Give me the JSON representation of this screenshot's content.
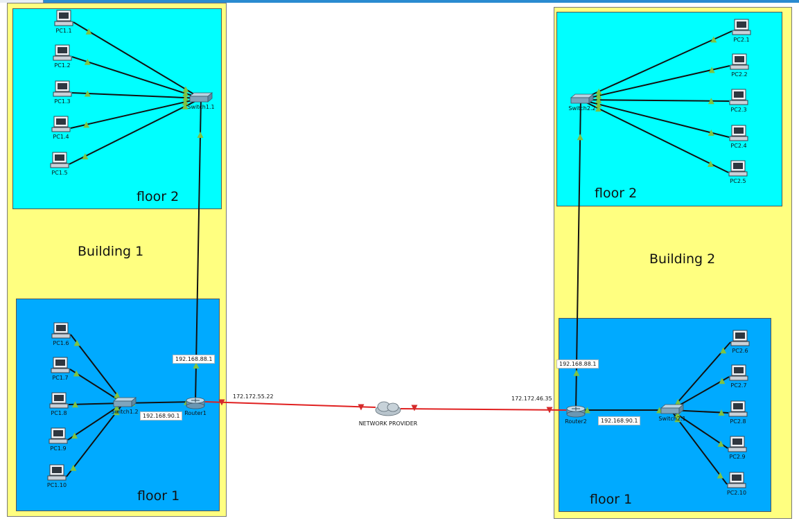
{
  "buildings": {
    "b1": {
      "label": "Building 1",
      "floor_top": "floor 2",
      "floor_bottom": "floor 1",
      "switch_top": "Switch1.1",
      "switch_bottom": "Switch1.2",
      "router": "Router1",
      "pcs_top": [
        "PC1.1",
        "PC1.2",
        "PC1.3",
        "PC1.4",
        "PC1.5"
      ],
      "pcs_bottom": [
        "PC1.6",
        "PC1.7",
        "PC1.8",
        "PC1.9",
        "PC1.10"
      ],
      "router_uplink_ip": "192.168.88.1",
      "router_lan_ip": "192.168.90.1",
      "wan_ip": "172.172.55.22"
    },
    "b2": {
      "label": "Building 2",
      "floor_top": "floor 2",
      "floor_bottom": "floor 1",
      "switch_top": "Switch2.2",
      "switch_bottom": "Switch2.1",
      "router": "Router2",
      "pcs_top": [
        "PC2.1",
        "PC2.2",
        "PC2.3",
        "PC2.4",
        "PC2.5"
      ],
      "pcs_bottom": [
        "PC2.6",
        "PC2.7",
        "PC2.8",
        "PC2.9",
        "PC2.10"
      ],
      "router_uplink_ip": "192.168.88.1",
      "router_lan_ip": "192.168.90.1",
      "wan_ip": "172.172.46.35"
    }
  },
  "cloud": {
    "label": "NETWORK PROVIDER"
  },
  "colors": {
    "building": "#ffff80",
    "floor_top": "#00ffff",
    "floor_bottom": "#00aaff",
    "link": "#111111",
    "wan_link": "#e02020",
    "port_ok": "#7fc241",
    "port_wan": "#d42a2a"
  }
}
